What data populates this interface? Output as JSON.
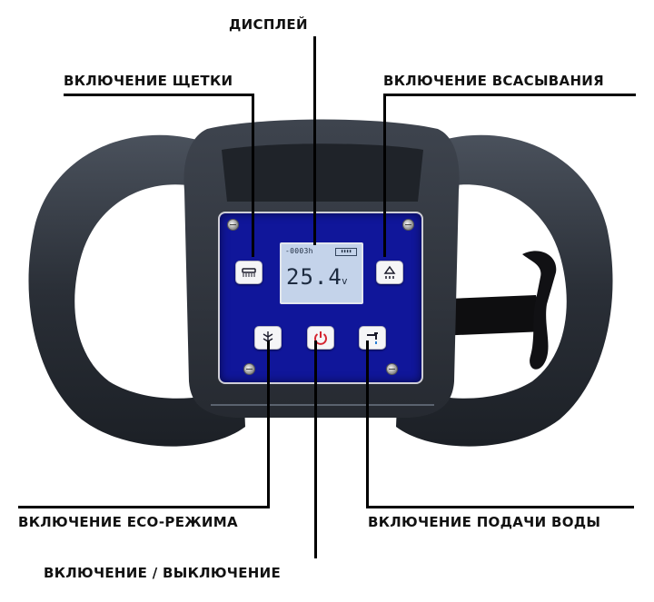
{
  "labels": {
    "display": "ДИСПЛЕЙ",
    "brush": "ВКЛЮЧЕНИЕ ЩЕТКИ",
    "suction": "ВКЛЮЧЕНИЕ ВСАСЫВАНИЯ",
    "eco": "ВКЛЮЧЕНИЕ ECO-РЕЖИМА",
    "water": "ВКЛЮЧЕНИЕ ПОДАЧИ ВОДЫ",
    "power": "ВКЛЮЧЕНИЕ / ВЫКЛЮЧЕНИЕ"
  },
  "lcd": {
    "hours": "-0003h",
    "voltage": "25.4",
    "unit": "v"
  },
  "colors": {
    "panel": "#10169a",
    "lcd": "#c4d3ea",
    "handle": "#2b3038",
    "power_icon": "#d42430"
  },
  "icons": {
    "brush": "brush-icon",
    "suction": "suction-icon",
    "eco": "eco-icon",
    "power": "power-icon",
    "water": "water-tap-icon"
  }
}
